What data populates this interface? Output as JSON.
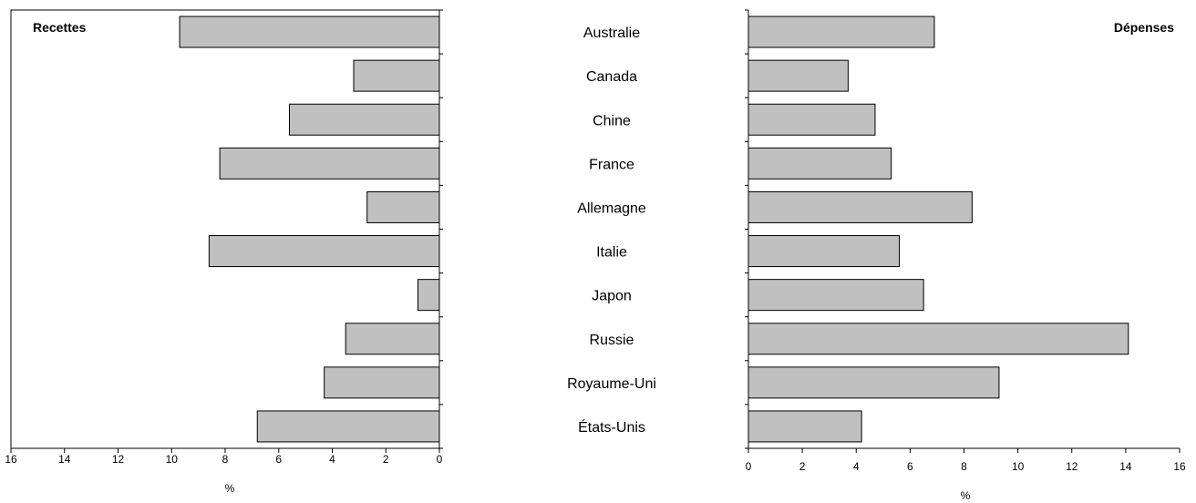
{
  "chart_data": {
    "type": "bar",
    "orientation": "horizontal",
    "layout": "butterfly",
    "categories": [
      "Australie",
      "Canada",
      "Chine",
      "France",
      "Allemagne",
      "Italie",
      "Japon",
      "Russie",
      "Royaume-Uni",
      "États-Unis"
    ],
    "series": [
      {
        "name": "Recettes",
        "values": [
          9.7,
          3.2,
          5.6,
          8.2,
          2.7,
          8.6,
          0.8,
          3.5,
          4.3,
          6.8
        ],
        "direction": "left",
        "xlim": [
          0,
          16
        ],
        "ticks": [
          16,
          14,
          12,
          10,
          8,
          6,
          4,
          2,
          0
        ],
        "xlabel": "%"
      },
      {
        "name": "Dépenses",
        "values": [
          6.9,
          3.7,
          4.7,
          5.3,
          8.3,
          5.6,
          6.5,
          14.1,
          9.3,
          4.2
        ],
        "direction": "right",
        "xlim": [
          0,
          16
        ],
        "ticks": [
          0,
          2,
          4,
          6,
          8,
          10,
          12,
          14,
          16
        ],
        "xlabel": "%"
      }
    ],
    "colors": {
      "bar_fill": "#c0c0c0",
      "bar_stroke": "#000000",
      "axis": "#000000"
    },
    "grid": false
  }
}
